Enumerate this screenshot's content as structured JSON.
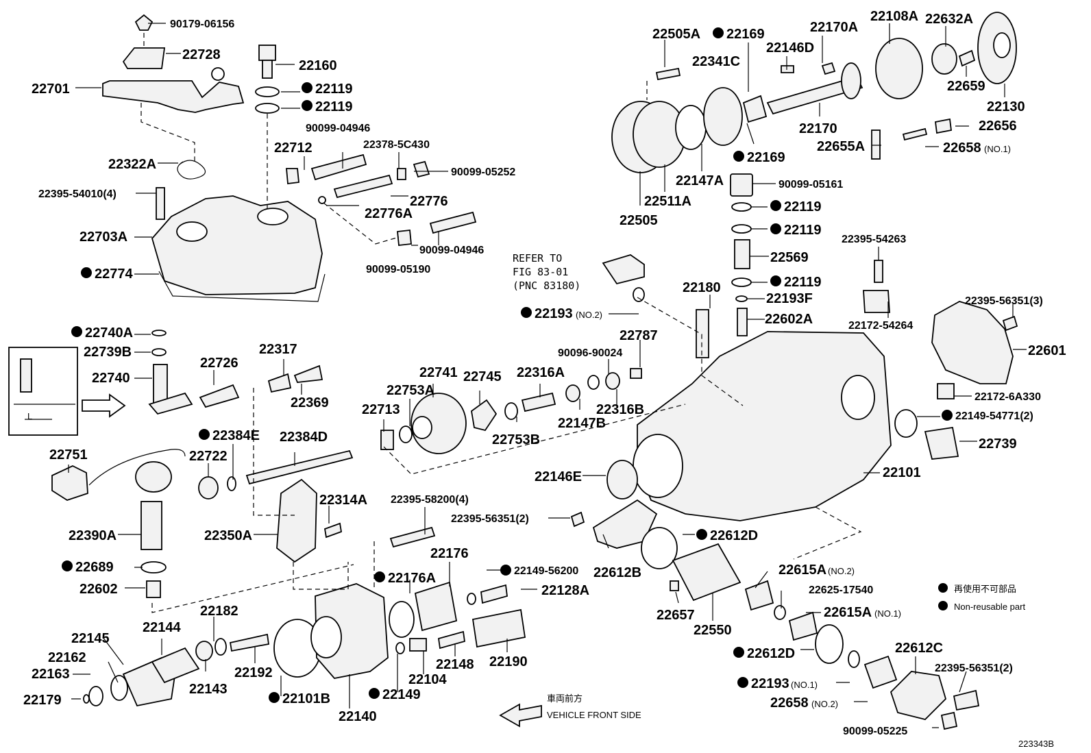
{
  "diagram_id": "223343B",
  "legend": {
    "reuse_jp": "再使用不可部品",
    "reuse_en": "Non-reusable part"
  },
  "front_side": {
    "jp": "車両前方",
    "en": "VEHICLE FRONT SIDE"
  },
  "refer": {
    "line1": "REFER TO",
    "line2": "FIG 83-01",
    "line3": "(PNC 83180)"
  },
  "inset_dimension": "L",
  "parts": [
    {
      "id": "p90179_06156",
      "label": "90179-06156",
      "non_reusable": false
    },
    {
      "id": "p22728",
      "label": "22728",
      "non_reusable": false
    },
    {
      "id": "p22701",
      "label": "22701",
      "non_reusable": false
    },
    {
      "id": "p22160",
      "label": "22160",
      "non_reusable": false
    },
    {
      "id": "p22119_a",
      "label": "22119",
      "non_reusable": true
    },
    {
      "id": "p22119_b",
      "label": "22119",
      "non_reusable": true
    },
    {
      "id": "p90099_04946_a",
      "label": "90099-04946",
      "non_reusable": false
    },
    {
      "id": "p22378_5C430",
      "label": "22378-5C430",
      "non_reusable": false
    },
    {
      "id": "p22712",
      "label": "22712",
      "non_reusable": false
    },
    {
      "id": "p90099_05252",
      "label": "90099-05252",
      "non_reusable": false
    },
    {
      "id": "p22322A",
      "label": "22322A",
      "non_reusable": false
    },
    {
      "id": "p22395_54010",
      "label": "22395-54010(4)",
      "non_reusable": false
    },
    {
      "id": "p22776",
      "label": "22776",
      "non_reusable": false
    },
    {
      "id": "p22776A",
      "label": "22776A",
      "non_reusable": false
    },
    {
      "id": "p22703A",
      "label": "22703A",
      "non_reusable": false
    },
    {
      "id": "p90099_04946_b",
      "label": "90099-04946",
      "non_reusable": false
    },
    {
      "id": "p90099_05190",
      "label": "90099-05190",
      "non_reusable": false
    },
    {
      "id": "p22774",
      "label": "22774",
      "non_reusable": true
    },
    {
      "id": "p22505A",
      "label": "22505A",
      "non_reusable": false
    },
    {
      "id": "p22169_a",
      "label": "22169",
      "non_reusable": true
    },
    {
      "id": "p22170A",
      "label": "22170A",
      "non_reusable": false
    },
    {
      "id": "p22108A",
      "label": "22108A",
      "non_reusable": false
    },
    {
      "id": "p22632A",
      "label": "22632A",
      "non_reusable": false
    },
    {
      "id": "p22146D",
      "label": "22146D",
      "non_reusable": false
    },
    {
      "id": "p22341C",
      "label": "22341C",
      "non_reusable": false
    },
    {
      "id": "p22659",
      "label": "22659",
      "non_reusable": false
    },
    {
      "id": "p22130",
      "label": "22130",
      "non_reusable": false
    },
    {
      "id": "p22170",
      "label": "22170",
      "non_reusable": false
    },
    {
      "id": "p22656",
      "label": "22656",
      "non_reusable": false
    },
    {
      "id": "p22655A",
      "label": "22655A",
      "non_reusable": false
    },
    {
      "id": "p22658_no1",
      "label": "22658",
      "suffix": "(NO.1)",
      "non_reusable": false
    },
    {
      "id": "p22169_b",
      "label": "22169",
      "non_reusable": true
    },
    {
      "id": "p22147A",
      "label": "22147A",
      "non_reusable": false
    },
    {
      "id": "p90099_05161",
      "label": "90099-05161",
      "non_reusable": false
    },
    {
      "id": "p22511A",
      "label": "22511A",
      "non_reusable": false
    },
    {
      "id": "p22505",
      "label": "22505",
      "non_reusable": false
    },
    {
      "id": "p22119_c",
      "label": "22119",
      "non_reusable": true
    },
    {
      "id": "p22119_d",
      "label": "22119",
      "non_reusable": true
    },
    {
      "id": "p22569",
      "label": "22569",
      "non_reusable": false
    },
    {
      "id": "p22119_e",
      "label": "22119",
      "non_reusable": true
    },
    {
      "id": "p22193F",
      "label": "22193F",
      "non_reusable": false
    },
    {
      "id": "p22602A",
      "label": "22602A",
      "non_reusable": false
    },
    {
      "id": "p22180",
      "label": "22180",
      "non_reusable": false
    },
    {
      "id": "p22395_54263",
      "label": "22395-54263",
      "non_reusable": false
    },
    {
      "id": "p22172_54264",
      "label": "22172-54264",
      "non_reusable": false
    },
    {
      "id": "p22395_56351_3",
      "label": "22395-56351(3)",
      "non_reusable": false
    },
    {
      "id": "p22601",
      "label": "22601",
      "non_reusable": false
    },
    {
      "id": "p22172_6A330",
      "label": "22172-6A330",
      "non_reusable": false
    },
    {
      "id": "p22149_54771",
      "label": "22149-54771(2)",
      "non_reusable": true
    },
    {
      "id": "p22739",
      "label": "22739",
      "non_reusable": false
    },
    {
      "id": "p22101",
      "label": "22101",
      "non_reusable": false
    },
    {
      "id": "p22193_no2",
      "label": "22193",
      "suffix": "(NO.2)",
      "non_reusable": true
    },
    {
      "id": "p22787",
      "label": "22787",
      "non_reusable": false
    },
    {
      "id": "p90096_90024",
      "label": "90096-90024",
      "non_reusable": false
    },
    {
      "id": "p22316A",
      "label": "22316A",
      "non_reusable": false
    },
    {
      "id": "p22316B",
      "label": "22316B",
      "non_reusable": false
    },
    {
      "id": "p22147B",
      "label": "22147B",
      "non_reusable": false
    },
    {
      "id": "p22753B",
      "label": "22753B",
      "non_reusable": false
    },
    {
      "id": "p22745",
      "label": "22745",
      "non_reusable": false
    },
    {
      "id": "p22741",
      "label": "22741",
      "non_reusable": false
    },
    {
      "id": "p22753A",
      "label": "22753A",
      "non_reusable": false
    },
    {
      "id": "p22713",
      "label": "22713",
      "non_reusable": false
    },
    {
      "id": "p22740A",
      "label": "22740A",
      "non_reusable": true
    },
    {
      "id": "p22739B",
      "label": "22739B",
      "non_reusable": false
    },
    {
      "id": "p22740",
      "label": "22740",
      "non_reusable": false
    },
    {
      "id": "p22726",
      "label": "22726",
      "non_reusable": false
    },
    {
      "id": "p22317",
      "label": "22317",
      "non_reusable": false
    },
    {
      "id": "p22369",
      "label": "22369",
      "non_reusable": false
    },
    {
      "id": "p22384E",
      "label": "22384E",
      "non_reusable": true
    },
    {
      "id": "p22384D",
      "label": "22384D",
      "non_reusable": false
    },
    {
      "id": "p22751",
      "label": "22751",
      "non_reusable": false
    },
    {
      "id": "p22722",
      "label": "22722",
      "non_reusable": false
    },
    {
      "id": "p22314A",
      "label": "22314A",
      "non_reusable": false
    },
    {
      "id": "p22350A",
      "label": "22350A",
      "non_reusable": false
    },
    {
      "id": "p22390A",
      "label": "22390A",
      "non_reusable": false
    },
    {
      "id": "p22689",
      "label": "22689",
      "non_reusable": true
    },
    {
      "id": "p22602",
      "label": "22602",
      "non_reusable": false
    },
    {
      "id": "p22395_58200",
      "label": "22395-58200(4)",
      "non_reusable": false
    },
    {
      "id": "p22395_56351_2a",
      "label": "22395-56351(2)",
      "non_reusable": false
    },
    {
      "id": "p22146E",
      "label": "22146E",
      "non_reusable": false
    },
    {
      "id": "p22612B",
      "label": "22612B",
      "non_reusable": false
    },
    {
      "id": "p22612D_a",
      "label": "22612D",
      "non_reusable": true
    },
    {
      "id": "p22176",
      "label": "22176",
      "non_reusable": false
    },
    {
      "id": "p22176A",
      "label": "22176A",
      "non_reusable": true
    },
    {
      "id": "p22149_56200",
      "label": "22149-56200",
      "non_reusable": true
    },
    {
      "id": "p22128A",
      "label": "22128A",
      "non_reusable": false
    },
    {
      "id": "p22615A_no2",
      "label": "22615A",
      "suffix": "(NO.2)",
      "non_reusable": false
    },
    {
      "id": "p22625_17540",
      "label": "22625-17540",
      "non_reusable": false
    },
    {
      "id": "p22615A_no1",
      "label": "22615A",
      "suffix": "(NO.1)",
      "non_reusable": false
    },
    {
      "id": "p22657",
      "label": "22657",
      "non_reusable": false
    },
    {
      "id": "p22550",
      "label": "22550",
      "non_reusable": false
    },
    {
      "id": "p22145",
      "label": "22145",
      "non_reusable": false
    },
    {
      "id": "p22144",
      "label": "22144",
      "non_reusable": false
    },
    {
      "id": "p22182",
      "label": "22182",
      "non_reusable": false
    },
    {
      "id": "p22162",
      "label": "22162",
      "non_reusable": false
    },
    {
      "id": "p22163",
      "label": "22163",
      "non_reusable": false
    },
    {
      "id": "p22179",
      "label": "22179",
      "non_reusable": false
    },
    {
      "id": "p22143",
      "label": "22143",
      "non_reusable": false
    },
    {
      "id": "p22192",
      "label": "22192",
      "non_reusable": false
    },
    {
      "id": "p22101B",
      "label": "22101B",
      "non_reusable": true
    },
    {
      "id": "p22140",
      "label": "22140",
      "non_reusable": false
    },
    {
      "id": "p22149",
      "label": "22149",
      "non_reusable": true
    },
    {
      "id": "p22104",
      "label": "22104",
      "non_reusable": false
    },
    {
      "id": "p22148",
      "label": "22148",
      "non_reusable": false
    },
    {
      "id": "p22190",
      "label": "22190",
      "non_reusable": false
    },
    {
      "id": "p22612D_b",
      "label": "22612D",
      "non_reusable": true
    },
    {
      "id": "p22612C",
      "label": "22612C",
      "non_reusable": false
    },
    {
      "id": "p22395_56351_2b",
      "label": "22395-56351(2)",
      "non_reusable": false
    },
    {
      "id": "p22193_no1",
      "label": "22193",
      "suffix": "(NO.1)",
      "non_reusable": true
    },
    {
      "id": "p22658_no2",
      "label": "22658",
      "suffix": "(NO.2)",
      "non_reusable": false
    },
    {
      "id": "p90099_05225",
      "label": "90099-05225",
      "non_reusable": false
    }
  ]
}
